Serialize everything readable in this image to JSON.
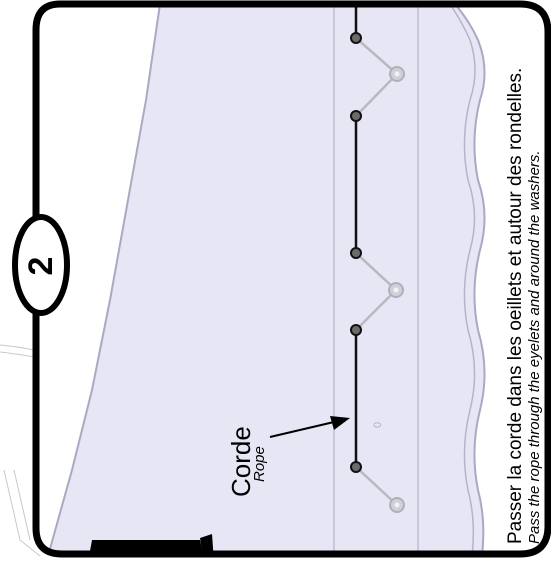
{
  "step": {
    "number": "2"
  },
  "instructions": {
    "fr": "Passer la corde dans les oeillets et autour des rondelles.",
    "en": "Pass the rope through the eyelets and around the washers."
  },
  "callout": {
    "label_fr": "Corde",
    "label_en": "Rope"
  },
  "panel_mark": {
    "text": "0"
  },
  "colors": {
    "panel_fill": "#e6e6f5",
    "panel_stroke": "#a9a9c4",
    "rope": "#111111",
    "rope_light": "#b8b8c2",
    "eyelet_fill": "#6b6b6b",
    "washer_fill": "#d0d0d8",
    "frame": "#000000",
    "background": "#ffffff"
  }
}
